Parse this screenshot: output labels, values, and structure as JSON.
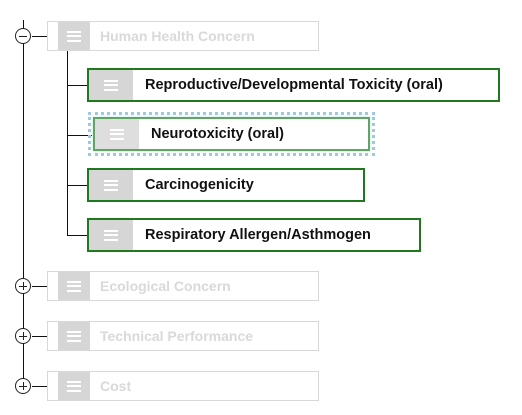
{
  "tree": {
    "categories": [
      {
        "label": "Human Health Concern",
        "expanded": true,
        "toggle_icon": "collapse-minus-icon"
      },
      {
        "label": "Ecological Concern",
        "expanded": false,
        "toggle_icon": "expand-plus-icon"
      },
      {
        "label": "Technical Performance",
        "expanded": false,
        "toggle_icon": "expand-plus-icon"
      },
      {
        "label": "Cost",
        "expanded": false,
        "toggle_icon": "expand-plus-icon"
      }
    ],
    "criteria": [
      {
        "label": "Reproductive/Developmental Toxicity (oral)",
        "state": "normal"
      },
      {
        "label": "Neurotoxicity (oral)",
        "state": "dragging"
      },
      {
        "label": "Carcinogenicity",
        "state": "normal"
      },
      {
        "label": "Respiratory Allergen/Asthmogen",
        "state": "normal"
      }
    ],
    "handle_icon": "drag-handle-icon"
  },
  "colors": {
    "criterion_border": "#1f7a1f",
    "drag_outline": "#9ccbe0",
    "category_text": "#d9d9d9",
    "handle_bg": "#d6d6d6"
  }
}
